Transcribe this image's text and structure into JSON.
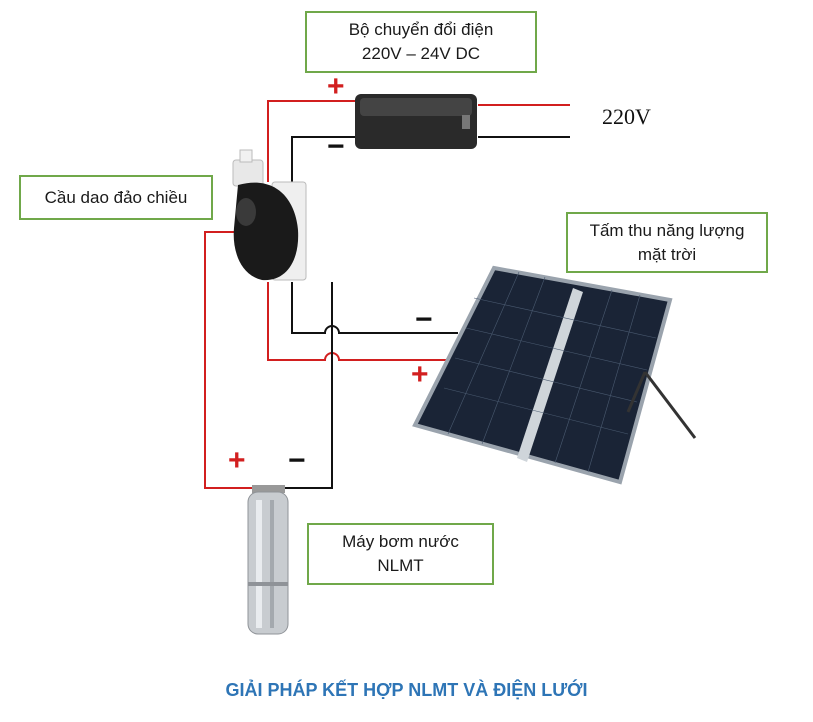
{
  "labels": {
    "converter_line1": "Bộ chuyển đổi điện",
    "converter_line2": "220V – 24V DC",
    "switch": "Cầu dao đảo chiều",
    "panel_line1": "Tấm thu năng lượng",
    "panel_line2": "mặt trời",
    "pump_line1": "Máy bơm nước",
    "pump_line2": "NLMT"
  },
  "mains_voltage": "220V",
  "signs": {
    "plus": "+",
    "minus": "−"
  },
  "footer_title": "GIẢI PHÁP KẾT HỢP NLMT VÀ ĐIỆN LƯỚI",
  "colors": {
    "box_border": "#70a84a",
    "positive_wire": "#d21f1f",
    "negative_wire": "#111111",
    "title": "#2e75b6"
  }
}
